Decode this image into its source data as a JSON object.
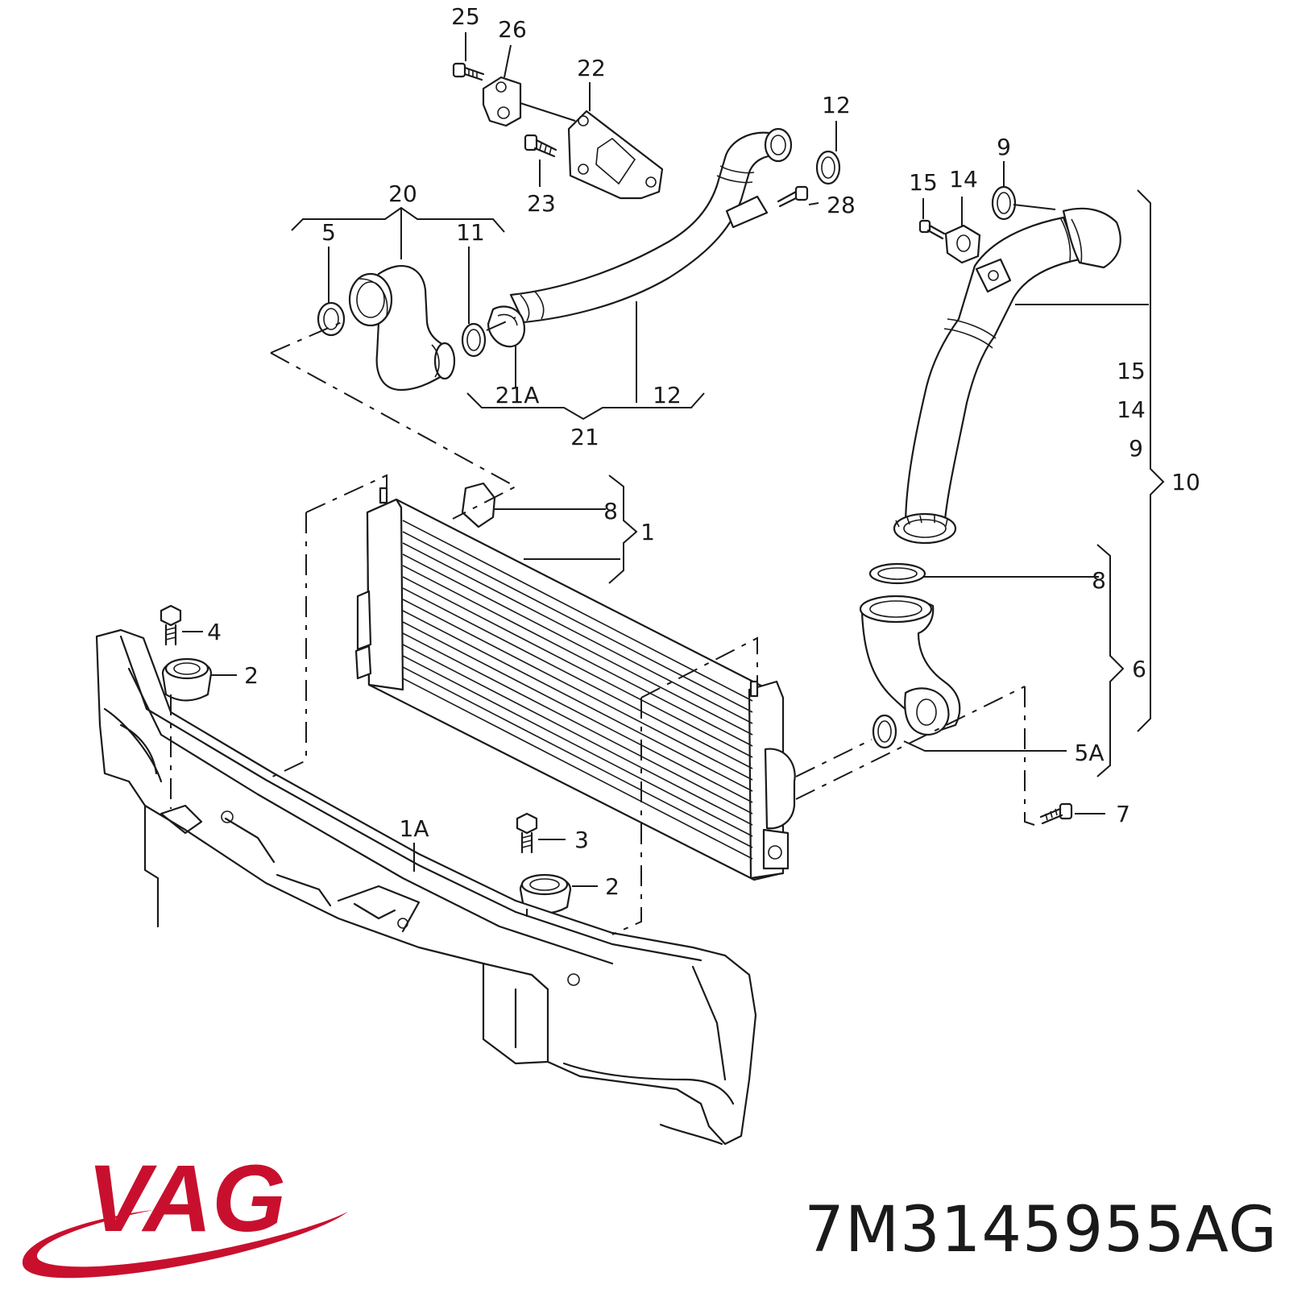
{
  "callouts": {
    "c25": "25",
    "c26": "26",
    "c22": "22",
    "c12a": "12",
    "c23": "23",
    "c28": "28",
    "c20": "20",
    "c5": "5",
    "c11": "11",
    "c21a": "21A",
    "c12b": "12",
    "c21": "21",
    "c9a": "9",
    "c15a": "15",
    "c14a": "14",
    "c15b": "15",
    "c14b": "14",
    "c9b": "9",
    "c10": "10",
    "c8a": "8",
    "c1": "1",
    "c8b": "8",
    "c6": "6",
    "c5a": "5A",
    "c7": "7",
    "c4": "4",
    "c2a": "2",
    "c1a": "1A",
    "c3": "3",
    "c2b": "2"
  },
  "logo": {
    "text": "VAG",
    "color": "#c8102e"
  },
  "part_number": "7M3145955AG"
}
